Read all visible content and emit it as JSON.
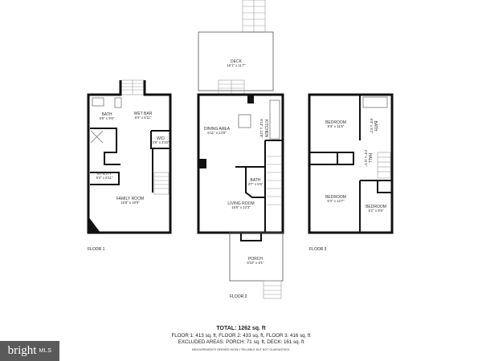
{
  "floors": [
    {
      "label": "FLOOR 1",
      "rooms": [
        {
          "name": "BATH",
          "dims": "6'9\" x 9'6\""
        },
        {
          "name": "WET BAR",
          "dims": "8'4\" x 6'11\""
        },
        {
          "name": "W/D",
          "dims": "3'8\" x 2'10\""
        },
        {
          "name": "UTILITY",
          "dims": "5'4\" x 6'11\""
        },
        {
          "name": "FAMILY ROOM",
          "dims": "15'9\" x 18'9\""
        }
      ]
    },
    {
      "label": "FLOOR 2",
      "rooms": [
        {
          "name": "DECK",
          "dims": "16'1\" x 11'7\""
        },
        {
          "name": "DINING AREA",
          "dims": "6'11\" x 13'8\""
        },
        {
          "name": "KITCHEN",
          "dims": "8'10\" x 13'8\""
        },
        {
          "name": "BATH",
          "dims": "3'7\" x 5'6\""
        },
        {
          "name": "LIVING ROOM",
          "dims": "15'9\" x 12'3\""
        },
        {
          "name": "PORCH",
          "dims": "8'10\" x 8'1\""
        }
      ]
    },
    {
      "label": "FLOOR 3",
      "rooms": [
        {
          "name": "BEDROOM",
          "dims": "9'3\" x 11'5\""
        },
        {
          "name": "BATH",
          "dims": "5'9\" x 8'2\""
        },
        {
          "name": "HALL",
          "dims": "2'3\" x 11'1\""
        },
        {
          "name": "BEDROOM",
          "dims": "9'3\" x 12'7\""
        },
        {
          "name": "BEDROOM",
          "dims": "6'2\" x 9'6\""
        }
      ]
    }
  ],
  "summary": {
    "total": "TOTAL: 1262 sq. ft",
    "floors": "FLOOR 1: 413 sq. ft, FLOOR 2: 433 sq. ft, FLOOR 3: 416 sq. ft",
    "excluded": "EXCLUDED AREAS: PORCH: 71 sq. ft, DECK: 161 sq. ft",
    "disclaimer": "MEASUREMENTS DEEMED HIGHLY RELIABLE BUT NOT GUARANTEED."
  },
  "logo": {
    "brand": "bright",
    "suffix": "MLS",
    "background": "#5a5a5a"
  }
}
